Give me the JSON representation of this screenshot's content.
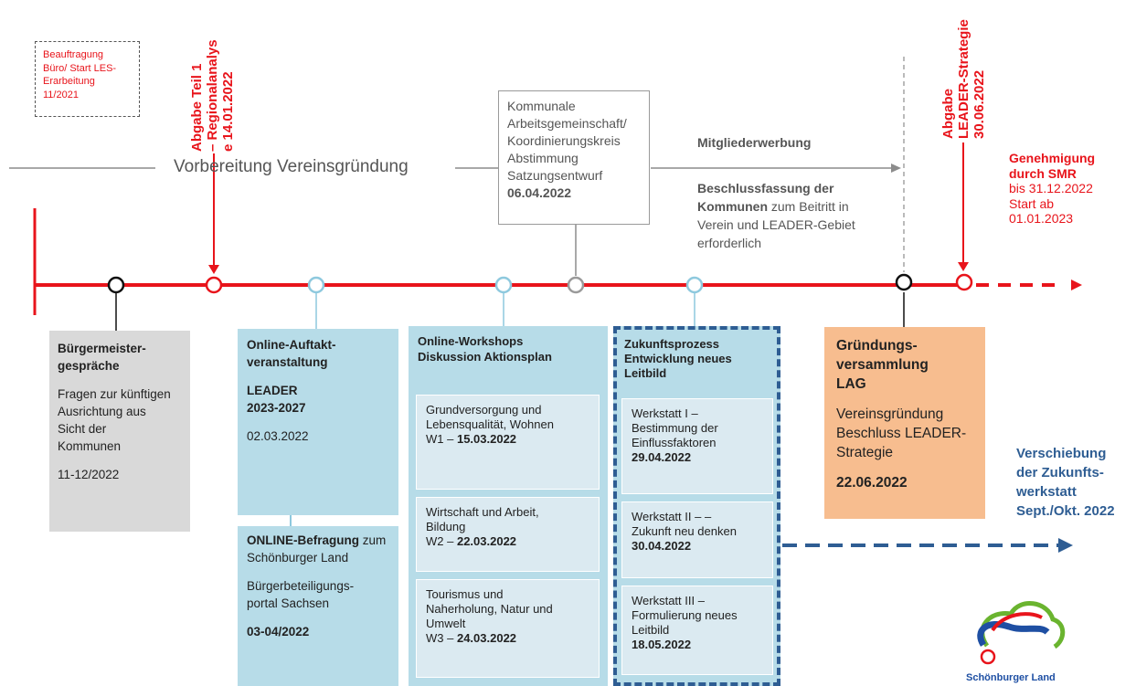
{
  "start_note": {
    "line1": "Beauftragung",
    "line2": "Büro/ Start LES-",
    "line3": "Erarbeitung",
    "line4": "11/2021"
  },
  "milestone_regional": {
    "line1": "Abgabe Teil 1",
    "line2": "– Regionalanalys",
    "line3": "e 14.01.2022"
  },
  "milestone_strategy": {
    "line1": "Abgabe",
    "line2": "LEADER-Strategie",
    "line3": "30.06.2022"
  },
  "phase_label": "Vorbereitung Vereinsgründung",
  "kommunal_box": {
    "line1": "Kommunale",
    "line2": "Arbeitsgemeinschaft/",
    "line3": "Koordinierungskreis",
    "line4": "Abstimmung",
    "line5": "Satzungsentwurf",
    "date": "06.04.2022"
  },
  "mitglieder": "Mitgliederwerbung",
  "beschluss": {
    "bold1": "Beschlussfassung der",
    "bold2": "Kommunen",
    "rest1": " zum Beitritt in",
    "rest2": "Verein und LEADER-Gebiet",
    "rest3": "erforderlich"
  },
  "genehmigung": {
    "bold1": "Genehmigung",
    "bold2": "durch SMR",
    "line3": "bis 31.12.2022",
    "line4": "Start ab",
    "line5": "01.01.2023"
  },
  "buergermeister": {
    "title1": "Bürgermeister-",
    "title2": "gespräche",
    "text1": "Fragen zur künftigen",
    "text2": "Ausrichtung aus",
    "text3": "Sicht der",
    "text4": "Kommunen",
    "date": "11-12/2022"
  },
  "auftakt": {
    "title1": "Online-Auftakt-",
    "title2": "veranstaltung",
    "sub1": "LEADER",
    "sub2": "2023-2027",
    "date": "02.03.2022"
  },
  "befragung": {
    "bold": "ONLINE-Befragung",
    "rest": " zum",
    "line2": "Schönburger Land",
    "line3": "Bürgerbeteiligungs-",
    "line4": "portal Sachsen",
    "date": "03-04/2022"
  },
  "workshops": {
    "title1": "Online-Workshops",
    "title2": "Diskussion Aktionsplan",
    "items": [
      {
        "l1": "Grundversorgung und",
        "l2": "Lebensqualität, Wohnen",
        "l3": "",
        "code": "W1 – ",
        "date": "15.03.2022"
      },
      {
        "l1": "Wirtschaft und Arbeit,",
        "l2": "Bildung",
        "l3": "",
        "code": "W2 – ",
        "date": "22.03.2022"
      },
      {
        "l1": "Tourismus und",
        "l2": "Naherholung, Natur und",
        "l3": "Umwelt",
        "code": "W3 – ",
        "date": "24.03.2022"
      }
    ]
  },
  "zukunft": {
    "title1": "Zukunftsprozess",
    "title2": "Entwicklung neues",
    "title3": "Leitbild",
    "items": [
      {
        "l1": "Werkstatt I –",
        "l2": "Bestimmung der",
        "l3": "Einflussfaktoren",
        "date": "29.04.2022"
      },
      {
        "l1": "Werkstatt II – –",
        "l2": "Zukunft neu denken",
        "l3": "",
        "date": "30.04.2022"
      },
      {
        "l1": "Werkstatt III –",
        "l2": "Formulierung neues",
        "l3": "Leitbild",
        "date": "18.05.2022"
      }
    ]
  },
  "gruendung": {
    "title1": "Gründungs-",
    "title2": "versammlung",
    "title3": "LAG",
    "text1": "Vereinsgründung",
    "text2": "Beschluss LEADER-",
    "text3": "Strategie",
    "date": "22.06.2022"
  },
  "verschiebung": {
    "line1": "Verschiebung",
    "line2": "der Zukunfts-",
    "line3": "werkstatt",
    "line4": "Sept./Okt. 2022"
  },
  "logo": {
    "text": "Schönburger Land"
  },
  "colors": {
    "timeline": "#e8141b",
    "light_blue": "#b7dce8",
    "pale_blue": "#dbeaf1",
    "grey": "#d9d9d9",
    "orange": "#f7bd8f",
    "dark_blue": "#2e5d93"
  }
}
